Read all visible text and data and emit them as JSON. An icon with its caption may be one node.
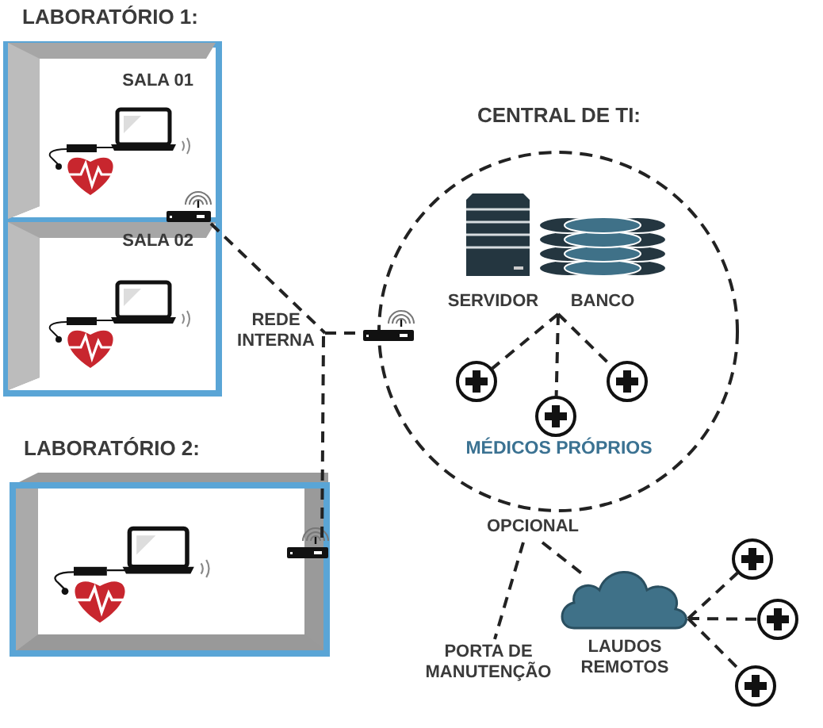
{
  "diagram": {
    "nodes": [
      {
        "text": [
          "LABORATÓRIO 1:"
        ]
      },
      {
        "text": [
          "SALA 01"
        ],
        "in": 0
      },
      {
        "text": [
          "SALA 02"
        ],
        "in": 0
      },
      {
        "text": [],
        "shape": "box",
        "in": 0
      },
      {
        "text": [
          "REDE INTERNA"
        ]
      },
      {
        "text": [
          "LABORATÓRIO 2:"
        ]
      },
      {
        "text": [],
        "shape": "box",
        "in": 5
      },
      {
        "text": [
          "CENTRAL DE TI:"
        ]
      },
      {
        "text": [],
        "shape": "box",
        "in": 7
      },
      {
        "text": [
          "SERVIDOR"
        ],
        "in": 7
      },
      {
        "text": [
          "BANCO"
        ],
        "in": 7
      },
      {
        "text": [],
        "shape": "circle",
        "in": 7
      },
      {
        "text": [],
        "shape": "circle",
        "in": 7
      },
      {
        "text": [],
        "shape": "circle",
        "in": 7
      },
      {
        "text": [
          "OPCIONAL"
        ]
      },
      {
        "text": [
          "PORTA DE MANUTENÇÃO"
        ]
      },
      {
        "text": [
          "LAUDOS REMOTOS"
        ]
      },
      {
        "text": [],
        "shape": "circle"
      },
      {
        "text": [],
        "shape": "circle"
      },
      {
        "text": [],
        "shape": "circle"
      }
    ],
    "edges": [
      {
        "from": 3,
        "to": 4,
        "arrow": "none"
      },
      {
        "from": 4,
        "to": 8,
        "arrow": "none"
      },
      {
        "from": 4,
        "to": 6,
        "arrow": "none"
      },
      {
        "from": 10,
        "to": 11,
        "arrow": "none"
      },
      {
        "from": 10,
        "to": 12,
        "arrow": "none"
      },
      {
        "from": 10,
        "to": 13,
        "arrow": "none"
      },
      {
        "from": 14,
        "to": 15,
        "arrow": "none"
      },
      {
        "from": 14,
        "to": 16,
        "arrow": "none"
      },
      {
        "from": 16,
        "to": 17,
        "arrow": "none"
      },
      {
        "from": 16,
        "to": 18,
        "arrow": "none"
      },
      {
        "from": 16,
        "to": 19,
        "arrow": "none"
      }
    ],
    "labels": [
      "MÉDICOS PRÓPRIOS"
    ]
  }
}
